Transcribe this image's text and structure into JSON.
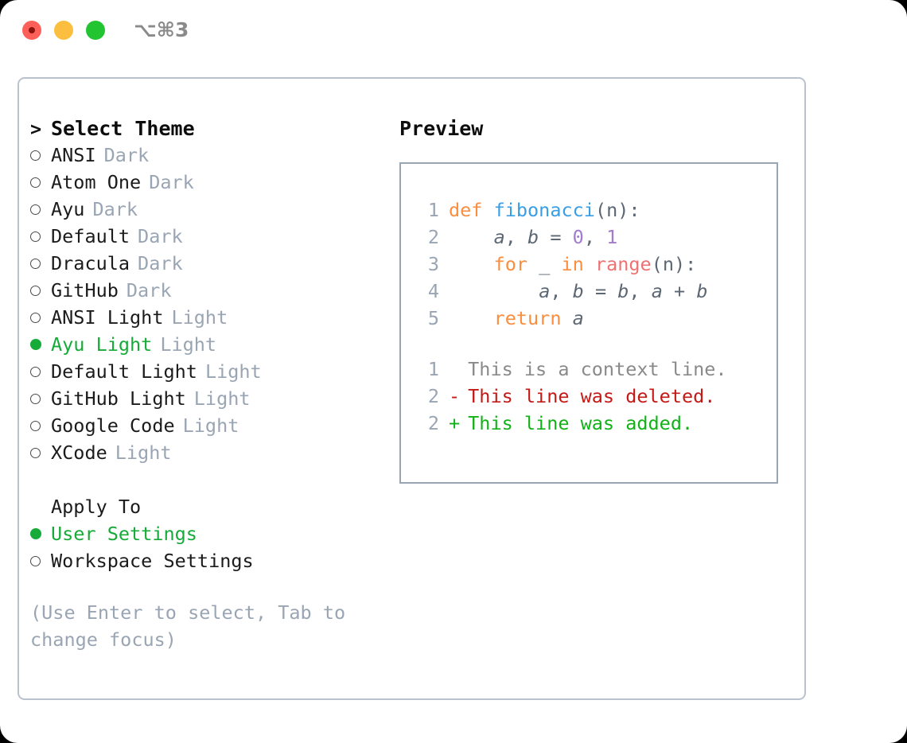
{
  "window": {
    "shortcut": "⌥⌘3",
    "traffic_lights": [
      "close-red",
      "minimize-yellow",
      "maximize-green"
    ]
  },
  "theme_picker": {
    "caret": ">",
    "title": "Select Theme",
    "bullet_selected": "●",
    "bullet_unselected": "○",
    "items": [
      {
        "label": "ANSI",
        "tag": "Dark",
        "selected": false
      },
      {
        "label": "Atom One",
        "tag": "Dark",
        "selected": false
      },
      {
        "label": "Ayu",
        "tag": "Dark",
        "selected": false
      },
      {
        "label": "Default",
        "tag": "Dark",
        "selected": false
      },
      {
        "label": "Dracula",
        "tag": "Dark",
        "selected": false
      },
      {
        "label": "GitHub",
        "tag": "Dark",
        "selected": false
      },
      {
        "label": "ANSI Light",
        "tag": "Light",
        "selected": false
      },
      {
        "label": "Ayu Light",
        "tag": "Light",
        "selected": true
      },
      {
        "label": "Default Light",
        "tag": "Light",
        "selected": false
      },
      {
        "label": "GitHub Light",
        "tag": "Light",
        "selected": false
      },
      {
        "label": "Google Code",
        "tag": "Light",
        "selected": false
      },
      {
        "label": "XCode",
        "tag": "Light",
        "selected": false
      }
    ]
  },
  "apply_to": {
    "title": "Apply To",
    "items": [
      {
        "label": "User Settings",
        "selected": true
      },
      {
        "label": "Workspace Settings",
        "selected": false
      }
    ]
  },
  "hint": "(Use Enter to select, Tab to change focus)",
  "preview": {
    "title": "Preview",
    "code_lines": [
      {
        "no": "1",
        "tokens": [
          {
            "t": "def ",
            "c": "kw"
          },
          {
            "t": "fibonacci",
            "c": "fn"
          },
          {
            "t": "(n):",
            "c": "pl"
          }
        ]
      },
      {
        "no": "2",
        "tokens": [
          {
            "t": "    ",
            "c": "pl"
          },
          {
            "t": "a",
            "c": "id"
          },
          {
            "t": ", ",
            "c": "pl"
          },
          {
            "t": "b",
            "c": "id"
          },
          {
            "t": " = ",
            "c": "pl"
          },
          {
            "t": "0",
            "c": "num"
          },
          {
            "t": ", ",
            "c": "pl"
          },
          {
            "t": "1",
            "c": "num"
          }
        ]
      },
      {
        "no": "3",
        "tokens": [
          {
            "t": "    ",
            "c": "pl"
          },
          {
            "t": "for",
            "c": "kw"
          },
          {
            "t": " _ ",
            "c": "pl"
          },
          {
            "t": "in",
            "c": "kw"
          },
          {
            "t": " ",
            "c": "pl"
          },
          {
            "t": "range",
            "c": "bi"
          },
          {
            "t": "(n):",
            "c": "pl"
          }
        ]
      },
      {
        "no": "4",
        "tokens": [
          {
            "t": "        ",
            "c": "pl"
          },
          {
            "t": "a",
            "c": "id"
          },
          {
            "t": ", ",
            "c": "pl"
          },
          {
            "t": "b",
            "c": "id"
          },
          {
            "t": " = ",
            "c": "pl"
          },
          {
            "t": "b",
            "c": "id"
          },
          {
            "t": ", ",
            "c": "pl"
          },
          {
            "t": "a",
            "c": "id"
          },
          {
            "t": " + ",
            "c": "pl"
          },
          {
            "t": "b",
            "c": "id"
          }
        ]
      },
      {
        "no": "5",
        "tokens": [
          {
            "t": "    ",
            "c": "pl"
          },
          {
            "t": "return",
            "c": "kw"
          },
          {
            "t": " ",
            "c": "pl"
          },
          {
            "t": "a",
            "c": "id"
          }
        ]
      }
    ],
    "diff_lines": [
      {
        "no": "1",
        "sign": " ",
        "text": "This is a context line.",
        "kind": "ctx"
      },
      {
        "no": "2",
        "sign": "-",
        "text": "This line was deleted.",
        "kind": "del"
      },
      {
        "no": "2",
        "sign": "+",
        "text": "This line was added.",
        "kind": "add"
      }
    ]
  },
  "colors": {
    "accent_green": "#16ab39",
    "muted": "#9aa5b4",
    "keyword": "#fa8d3e",
    "function": "#399ee6",
    "builtin": "#f07171",
    "number": "#a37acc",
    "identifier": "#5c6773",
    "diff_deleted": "#c41a16",
    "diff_added": "#11b218",
    "border": "#b9c2ce"
  }
}
